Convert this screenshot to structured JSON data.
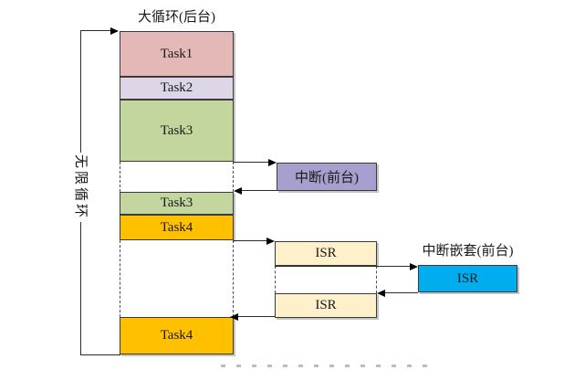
{
  "diagram": {
    "title": "大循环(后台)",
    "loop_label": "无限循环",
    "nested_label": "中断嵌套(前台)",
    "blocks": {
      "task1": {
        "label": "Task1"
      },
      "task2": {
        "label": "Task2"
      },
      "task3a": {
        "label": "Task3"
      },
      "task3b": {
        "label": "Task3"
      },
      "task4a": {
        "label": "Task4"
      },
      "task4b": {
        "label": "Task4"
      },
      "interrupt": {
        "label": "中断(前台)"
      },
      "isr1": {
        "label": "ISR"
      },
      "isr2": {
        "label": "ISR"
      },
      "isr_nested": {
        "label": "ISR"
      }
    },
    "colors": {
      "task1": "#e5b8b8",
      "task2": "#dcd6e6",
      "task3": "#c2d69e",
      "task4": "#ffc000",
      "interrupt": "#a79fcd",
      "isr": "#fdf0cb",
      "isr_nested": "#00aeef"
    }
  }
}
